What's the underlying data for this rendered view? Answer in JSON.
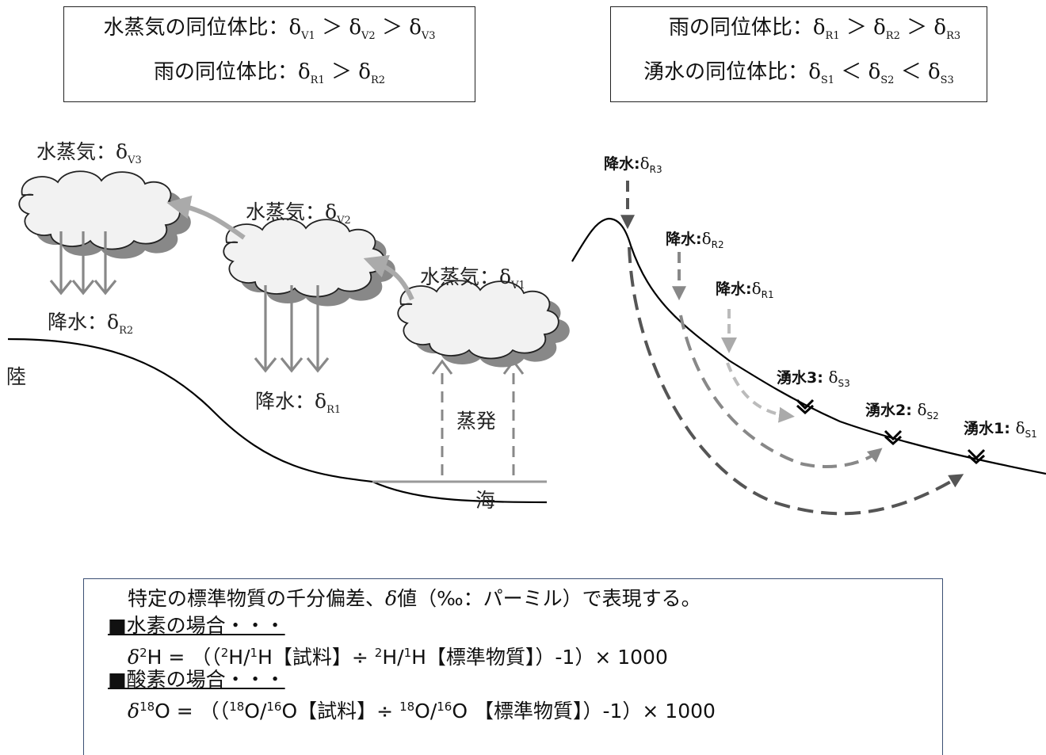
{
  "box_left": {
    "line1_text": "水蒸気の同位体比：",
    "line1_d1": "V1",
    "line1_d2": "V2",
    "line1_d3": "V3",
    "line2_text": "雨の同位体比：",
    "line2_d1": "R1",
    "line2_d2": "R2"
  },
  "box_right": {
    "line1_text": "雨の同位体比：",
    "line1_d1": "R1",
    "line1_d2": "R2",
    "line1_d3": "R3",
    "line2_text": "湧水の同位体比：",
    "line2_d1": "S1",
    "line2_d2": "S2",
    "line2_d3": "S3"
  },
  "symbols": {
    "delta": "δ",
    "gt": "＞",
    "lt": "＜"
  },
  "left_diagram": {
    "vapor3": {
      "text": "水蒸気：",
      "sub": "V3"
    },
    "vapor2": {
      "text": "水蒸気：",
      "sub": "V2"
    },
    "vapor1": {
      "text": "水蒸気：",
      "sub": "V1"
    },
    "precip_r2": {
      "text": "降水：",
      "sub": "R2"
    },
    "precip_r1": {
      "text": "降水：",
      "sub": "R1"
    },
    "land": "陸",
    "evaporation": "蒸発",
    "sea": "海"
  },
  "right_diagram": {
    "precip_r3": {
      "text": "降水",
      "sub": "R3"
    },
    "precip_r2": {
      "text": "降水",
      "sub": "R2"
    },
    "precip_r1": {
      "text": "降水",
      "sub": "R1"
    },
    "spring3": {
      "text": "湧水3:",
      "sub": "S3"
    },
    "spring2": {
      "text": "湧水2:",
      "sub": "S2"
    },
    "spring1": {
      "text": "湧水1:",
      "sub": "S1"
    },
    "colon": ":"
  },
  "formula": {
    "intro": "特定の標準物質の千分偏差、",
    "intro_delta": "δ",
    "intro_rest": "値（‰：パーミル）で表現する。",
    "hydrogen_head": "■水素の場合・・・",
    "hydrogen_eq": {
      "delta": "δ",
      "sup_a": "2",
      "t1": "H = （（",
      "sup_b": "2",
      "t2": "H/",
      "sup_c": "1",
      "t3": "H【試料】÷ ",
      "sup_d": "2",
      "t4": "H/",
      "sup_e": "1",
      "t5": "H【標準物質】）-1）× 1000"
    },
    "oxygen_head": "■酸素の場合・・・",
    "oxygen_eq": {
      "delta": "δ",
      "sup_a": "18",
      "t1": "O = （（",
      "sup_b": "18",
      "t2": "O/",
      "sup_c": "16",
      "t3": "O【試料】÷ ",
      "sup_d": "18",
      "t4": "O/",
      "sup_e": "16",
      "t5": "O 【標準物質】）-1）× 1000"
    }
  },
  "colors": {
    "arrow_light": "#aaaaaa",
    "arrow_mid": "#888888",
    "arrow_dark": "#555555",
    "cloud_shadow": "#888888",
    "cloud_fill": "#f2f2f2",
    "formula_border": "#3b4f73"
  }
}
